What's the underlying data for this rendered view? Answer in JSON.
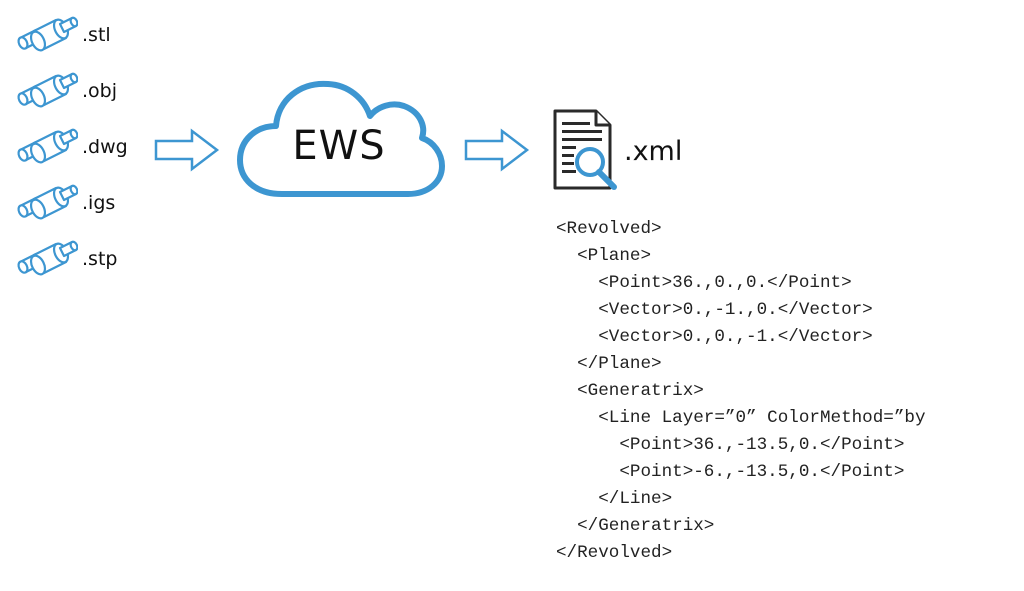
{
  "input_files": [
    {
      "label": ".stl",
      "icon": "cad-part-icon"
    },
    {
      "label": ".obj",
      "icon": "cad-part-icon"
    },
    {
      "label": ".dwg",
      "icon": "cad-part-icon"
    },
    {
      "label": ".igs",
      "icon": "cad-part-icon"
    },
    {
      "label": ".stp",
      "icon": "cad-part-icon"
    }
  ],
  "service": {
    "label": "EWS",
    "icon": "cloud-icon"
  },
  "output": {
    "label": ".xml",
    "icon": "document-search-icon"
  },
  "xml_lines": [
    "<Revolved>",
    "  <Plane>",
    "    <Point>36.,0.,0.</Point>",
    "    <Vector>0.,-1.,0.</Vector>",
    "    <Vector>0.,0.,-1.</Vector>",
    "  </Plane>",
    "  <Generatrix>",
    "    <Line Layer=”0” ColorMethod=”by",
    "      <Point>36.,-13.5,0.</Point>",
    "      <Point>-6.,-13.5,0.</Point>",
    "    </Line>",
    "  </Generatrix>",
    "</Revolved>"
  ],
  "colors": {
    "accent": "#3d96d1",
    "text": "#111111",
    "doc_dark": "#2a2a2a"
  }
}
